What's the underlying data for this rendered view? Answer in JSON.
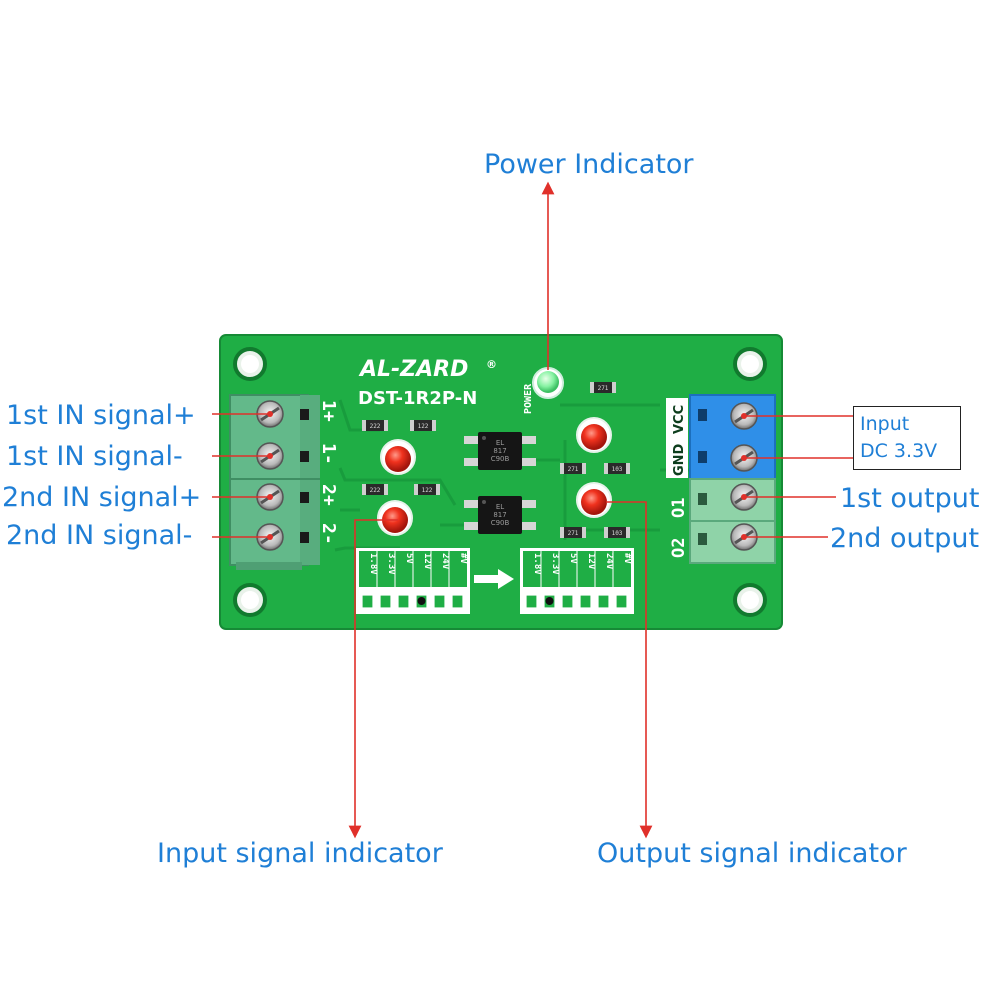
{
  "labels": {
    "power_indicator": "Power Indicator",
    "in1_plus": "1st IN signal+",
    "in1_minus": "1st IN signal-",
    "in2_plus": "2nd IN signal+",
    "in2_minus": "2nd IN signal-",
    "input_dc_line1": "Input",
    "input_dc_line2": "DC 3.3V",
    "output1": "1st output",
    "output2": "2nd output",
    "input_signal_indicator": "Input signal indicator",
    "output_signal_indicator": "Output signal indicator"
  },
  "board": {
    "brand": "AL-ZARD",
    "registered_mark": "®",
    "model": "DST-1R2P-N",
    "power_silk": "POWER",
    "left_terminal_silk": [
      "1+",
      "1-",
      "2+",
      "2-"
    ],
    "right_terminal_silk": [
      "VCC",
      "GND",
      "O1",
      "O2"
    ],
    "optocoupler_marking": [
      "EL",
      "817",
      "C90B"
    ],
    "voltage_options": [
      "1.8V",
      "3.3V",
      "5V",
      "12V",
      "24V",
      "#V"
    ],
    "input_selected_voltage": "12V",
    "output_selected_voltage": "3.3V",
    "resistor_codes": [
      "122",
      "271",
      "222",
      "103"
    ]
  },
  "colors": {
    "label_blue": "#1f7fd6",
    "arrow_red": "#e0302a",
    "pcb_green": "#1fae45",
    "terminal_green": "#63b98a",
    "terminal_blue": "#2f8fe8",
    "led_red": "#e8281e",
    "led_green": "#7ef59a"
  }
}
